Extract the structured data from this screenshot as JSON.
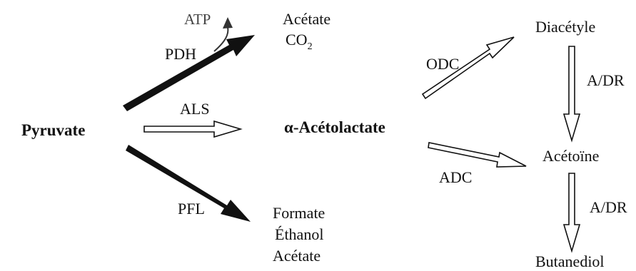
{
  "nodes": {
    "pyruvate": "Pyruvate",
    "alpha_acetolactate": "α-Acétolactate",
    "acetate_co2": {
      "line1": "Acétate",
      "line2": "CO",
      "line2_sub": "2"
    },
    "atp": "ATP",
    "formate_group": [
      "Formate",
      "Éthanol",
      "Acétate"
    ],
    "diacetyle": "Diacétyle",
    "acetoine": "Acétoïne",
    "butanediol": "Butanediol"
  },
  "enzymes": {
    "pdh": "PDH",
    "als": "ALS",
    "pfl": "PFL",
    "odc": "ODC",
    "adc": "ADC",
    "adr_upper": "A/DR",
    "adr_lower": "A/DR"
  },
  "colors": {
    "solid_arrow": "#111111",
    "hollow_arrow_fill": "#ffffff",
    "hollow_arrow_stroke": "#111111",
    "atp_arrow": "#333333"
  }
}
